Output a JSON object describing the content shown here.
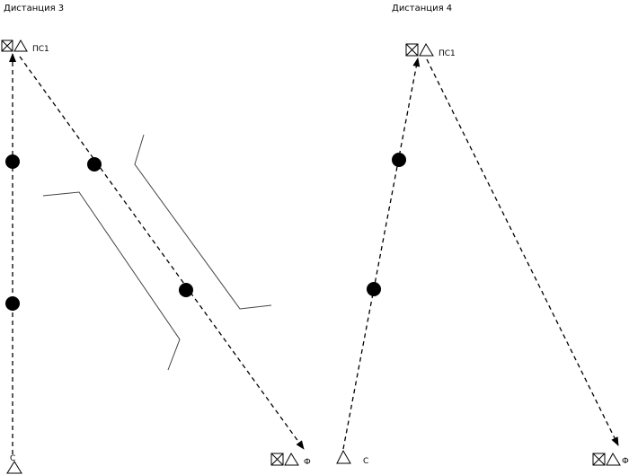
{
  "diagrams": [
    {
      "title": "Дистанция 3",
      "start_label": "С",
      "checkpoint_label": "ПС1",
      "finish_label": "Ф"
    },
    {
      "title": "Дистанция 4",
      "start_label": "С",
      "checkpoint_label": "ПС1",
      "finish_label": "Ф"
    }
  ],
  "icons": [
    "checkpoint-box-icon",
    "triangle-start-icon",
    "control-point-dot-icon"
  ]
}
